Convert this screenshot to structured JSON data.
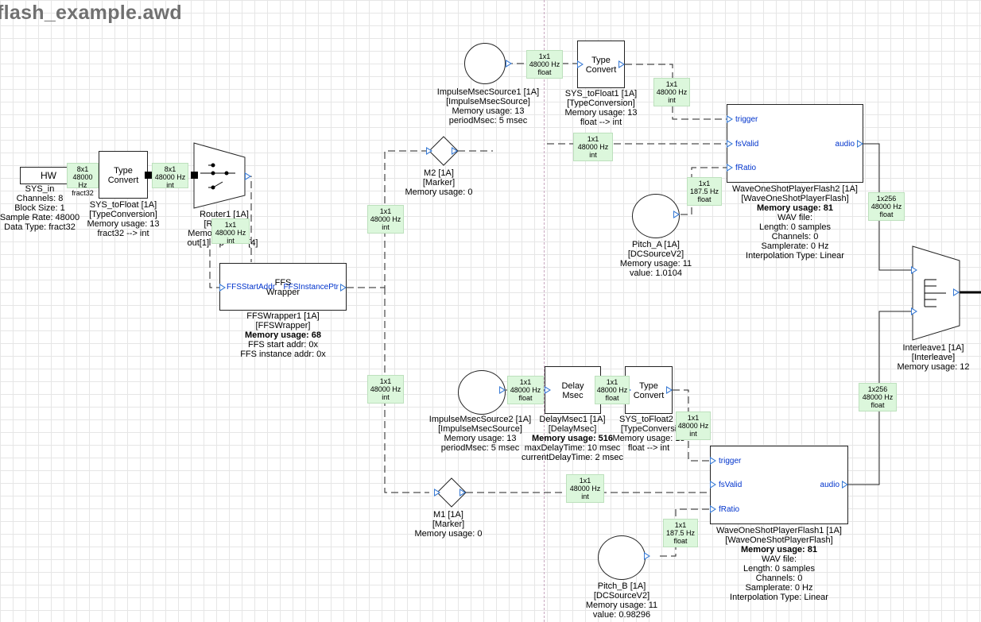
{
  "title": "flash_example.awd",
  "hw": {
    "label": "HW",
    "lines": [
      "SYS_in",
      "Channels: 8",
      "Block Size: 1",
      "Sample Rate: 48000",
      "Data Type: fract32"
    ]
  },
  "sys_tofloat": {
    "box": [
      "Type",
      "Convert"
    ],
    "lines": [
      "SYS_toFloat [1A]",
      "[TypeConversion]",
      "Memory usage: 13",
      "fract32 --> int"
    ]
  },
  "router": {
    "lines": [
      "Router1 [1A]",
      "[R",
      "Memory",
      "out[1] = p",
      "[4]"
    ],
    "mem_suffix": "8"
  },
  "ffs": {
    "box": [
      "FFS",
      "Wrapper"
    ],
    "in_pin": "FFSStartAddr",
    "out_pin": "FFSInstancePtr",
    "lines": [
      "FFSWrapper1 [1A]",
      "[FFSWrapper]"
    ],
    "mem": "Memory usage: 68",
    "lines2": [
      "FFS start addr: 0x",
      "FFS instance addr: 0x"
    ]
  },
  "m2": {
    "lines": [
      "M2 [1A]",
      "[Marker]",
      "Memory usage: 0"
    ]
  },
  "m1": {
    "lines": [
      "M1 [1A]",
      "[Marker]",
      "Memory usage: 0"
    ]
  },
  "imp1": {
    "lines": [
      "ImpulseMsecSource1 [1A]",
      "[ImpulseMsecSource]",
      "Memory usage: 13",
      "periodMsec: 5 msec"
    ]
  },
  "imp2": {
    "lines": [
      "ImpulseMsecSource2 [1A]",
      "[ImpulseMsecSource]",
      "Memory usage: 13",
      "periodMsec: 5 msec"
    ]
  },
  "sys_tofloat1": {
    "box": [
      "Type",
      "Convert"
    ],
    "lines": [
      "SYS_toFloat1 [1A]",
      "[TypeConversion]",
      "Memory usage: 13",
      "float --> int"
    ]
  },
  "delay": {
    "box": [
      "Delay",
      "Msec"
    ],
    "lines": [
      "DelayMsec1 [1A]",
      "[DelayMsec]"
    ],
    "mem": "Memory usage: 516",
    "lines2": [
      "maxDelayTime: 10 msec",
      "currentDelayTime: 2 msec"
    ]
  },
  "sys_tofloat2": {
    "box": [
      "Type",
      "Convert"
    ],
    "lines": [
      "SYS_toFloat2 [",
      "[TypeConversi",
      "Memory usage: 13",
      "float --> int"
    ]
  },
  "pitch_a": {
    "lines": [
      "Pitch_A [1A]",
      "[DCSourceV2]",
      "Memory usage: 11",
      "value: 1.0104"
    ]
  },
  "pitch_b": {
    "lines": [
      "Pitch_B [1A]",
      "[DCSourceV2]",
      "Memory usage: 11",
      "value: 0.98296"
    ]
  },
  "player2": {
    "pins": {
      "trigger": "trigger",
      "fsValid": "fsValid",
      "fRatio": "fRatio",
      "audio": "audio"
    },
    "lines": [
      "WaveOneShotPlayerFlash2 [1A]",
      "[WaveOneShotPlayerFlash]"
    ],
    "mem": "Memory usage: 81",
    "lines2": [
      "WAV file:",
      "Length: 0 samples",
      "Channels: 0",
      "Samplerate: 0 Hz",
      "Interpolation Type: Linear"
    ]
  },
  "player1": {
    "pins": {
      "trigger": "trigger",
      "fsValid": "fsValid",
      "fRatio": "fRatio",
      "audio": "audio"
    },
    "lines": [
      "WaveOneShotPlayerFlash1 [1A]",
      "[WaveOneShotPlayerFlash]"
    ],
    "mem": "Memory usage: 81",
    "lines2": [
      "WAV file:",
      "Length: 0 samples",
      "Channels: 0",
      "Samplerate: 0 Hz",
      "Interpolation Type: Linear"
    ]
  },
  "interleave": {
    "lines": [
      "Interleave1 [1A]",
      "[Interleave]",
      "Memory usage: 12"
    ]
  },
  "tags": {
    "hw_out": [
      "8x1",
      "48000 Hz",
      "fract32"
    ],
    "tf_out": [
      "8x1",
      "48000 Hz",
      "int"
    ],
    "router_out": [
      "1x1",
      "48000 Hz",
      "int"
    ],
    "ffs_up": [
      "1x1",
      "48000 Hz",
      "int"
    ],
    "ffs_down": [
      "1x1",
      "48000 Hz",
      "int"
    ],
    "m2_out": [
      "1x1",
      "48000 Hz",
      "int"
    ],
    "m1_out": [
      "1x1",
      "48000 Hz",
      "int"
    ],
    "imp1_out": [
      "1x1",
      "48000 Hz",
      "float"
    ],
    "tf1_out": [
      "1x1",
      "48000 Hz",
      "int"
    ],
    "imp2_out": [
      "1x1",
      "48000 Hz",
      "float"
    ],
    "delay_out": [
      "1x1",
      "48000 Hz",
      "float"
    ],
    "tf2_out": [
      "1x1",
      "48000 Hz",
      "int"
    ],
    "pa_out": [
      "1x1",
      "187.5 Hz",
      "float"
    ],
    "pb_out": [
      "1x1",
      "187.5 Hz",
      "float"
    ],
    "p2_out": [
      "1x256",
      "48000 Hz",
      "float"
    ],
    "p1_out": [
      "1x256",
      "48000 Hz",
      "float"
    ]
  }
}
